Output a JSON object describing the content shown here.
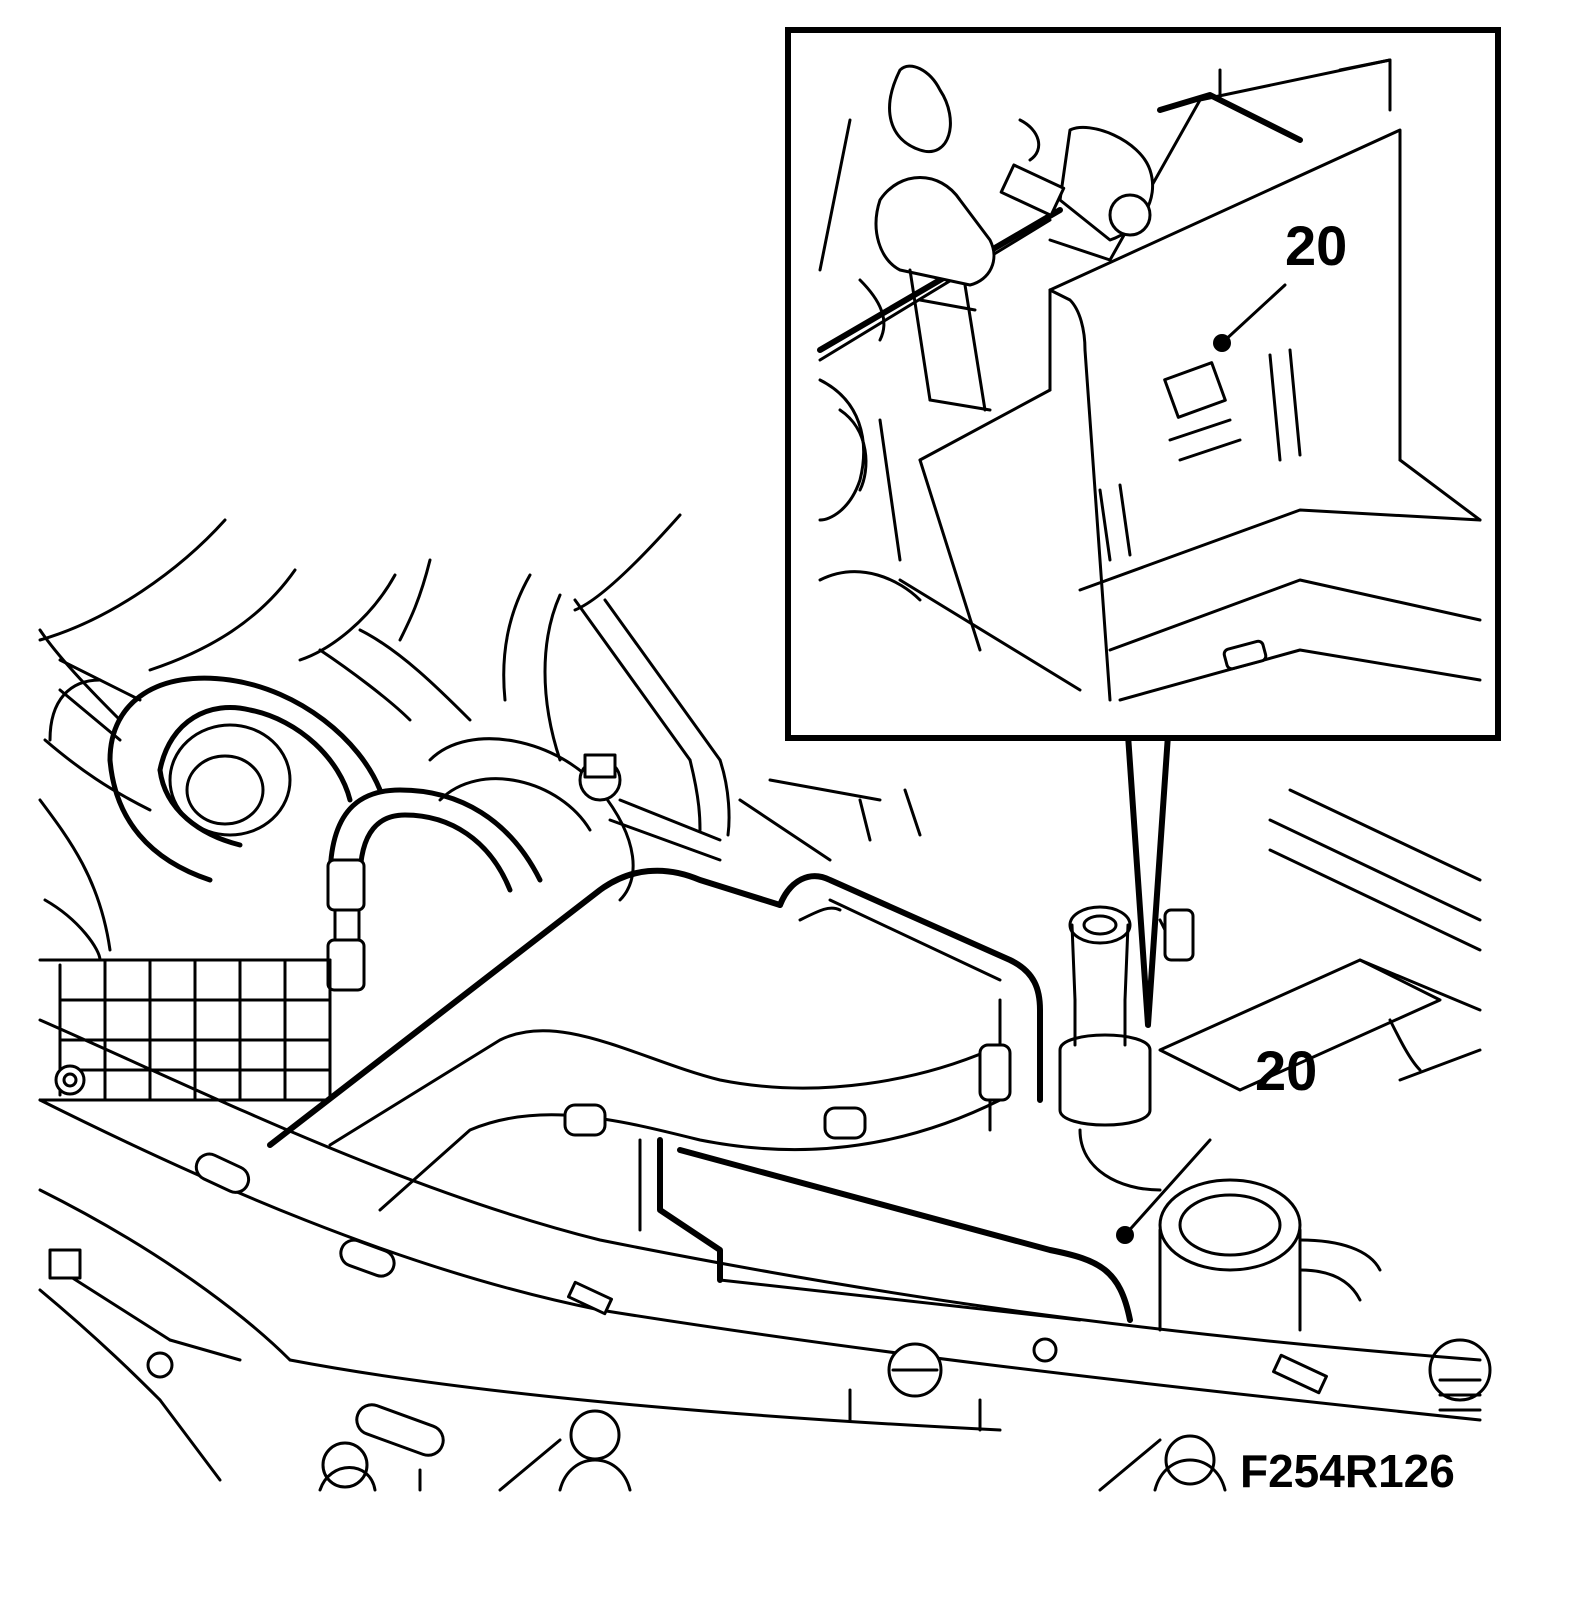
{
  "figure": {
    "code": "F254R126",
    "callouts": {
      "inset": "20",
      "main": "20"
    }
  },
  "colors": {
    "line": "#000000",
    "background": "#ffffff"
  }
}
